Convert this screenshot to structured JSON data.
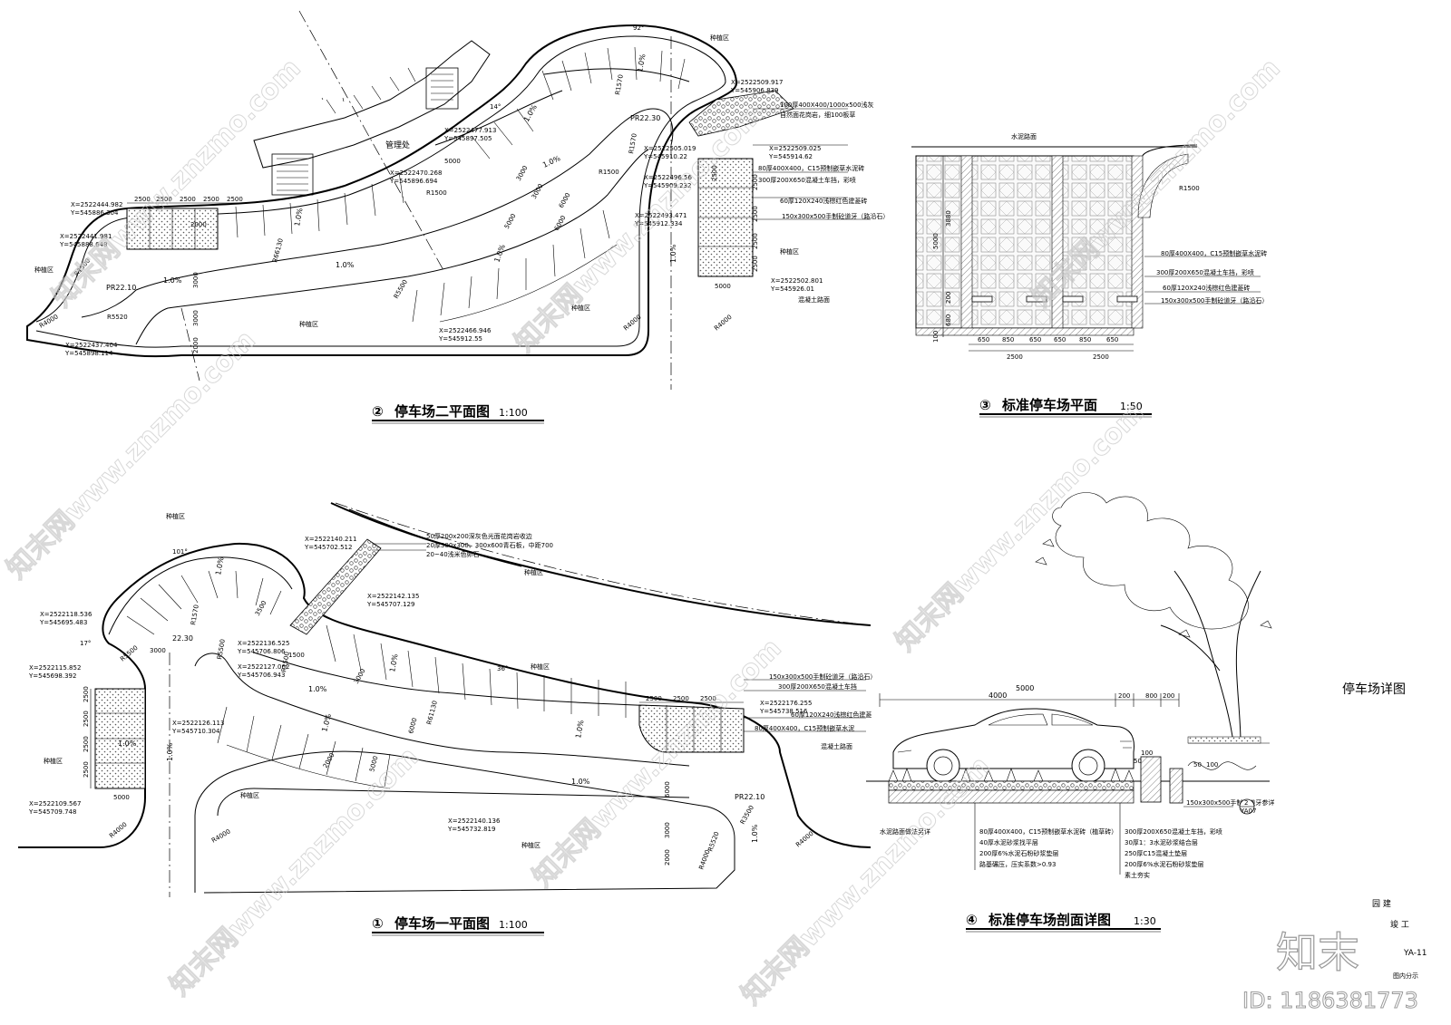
{
  "titles": {
    "plan2": {
      "num": "②",
      "name": "停车场二平面图",
      "scale": "1:100"
    },
    "plan3": {
      "num": "③",
      "name": "标准停车场平面",
      "scale": "1:50"
    },
    "plan1": {
      "num": "①",
      "name": "停车场一平面图",
      "scale": "1:100"
    },
    "plan4": {
      "num": "④",
      "name": "标准停车场剖面详图",
      "scale": "1:30"
    }
  },
  "sheet": {
    "name": "停车场详图",
    "project": "园 建",
    "stage": "竣 工",
    "number": "YA-11",
    "number_label": "图内分示"
  },
  "watermark": {
    "logo": "知末",
    "id": "ID: 1186381773",
    "site": "知末网www.znzmo.com"
  },
  "plan2": {
    "labels": [
      "管理处",
      "种植区",
      "种植区",
      "种植区",
      "种植区",
      "种植区",
      "混凝土路面"
    ],
    "angles": [
      "92°",
      "14°"
    ],
    "radii": [
      "R1570",
      "PR22.30",
      "R1570",
      "R1500",
      "R1500",
      "R66130",
      "R5500",
      "R5520",
      "R4000",
      "R4000",
      "R4000",
      "R1500",
      "PR22.10"
    ],
    "slopes": [
      "1.0%",
      "1.0%",
      "1.0%",
      "1.0%",
      "1.0%",
      "1.0%",
      "1.0%",
      "1.0%"
    ],
    "dims": [
      "2500",
      "2500",
      "2500",
      "2500",
      "2500",
      "2500",
      "2500",
      "2500",
      "2500",
      "2500",
      "5000",
      "5000",
      "3000",
      "6000",
      "3000",
      "2000",
      "3000",
      "2000",
      "3000",
      "6000",
      "5000"
    ],
    "coords": [
      {
        "x": "X=2522509.917",
        "y": "Y=545906.839"
      },
      {
        "x": "X=2522477.913",
        "y": "Y=545897.505"
      },
      {
        "x": "X=2522505.019",
        "y": "Y=545910.22"
      },
      {
        "x": "X=2522509.025",
        "y": "Y=545914.62"
      },
      {
        "x": "X=2522470.268",
        "y": "Y=545896.694"
      },
      {
        "x": "X=2522496.56",
        "y": "Y=545909.232"
      },
      {
        "x": "X=2522444.982",
        "y": "Y=545886.304"
      },
      {
        "x": "X=2522493.471",
        "y": "Y=545912.334"
      },
      {
        "x": "X=2522441.981",
        "y": "Y=545888.648"
      },
      {
        "x": "X=2522502.801",
        "y": "Y=545926.01"
      },
      {
        "x": "X=2522466.946",
        "y": "Y=545912.55"
      },
      {
        "x": "X=2522437.404",
        "y": "Y=545898.114"
      }
    ],
    "notes": [
      "100厚400X400/1000x500浅灰",
      "自然面花岗岩，细100板草",
      "80厚400X400，C15预制嵌草水泥砖",
      "300厚200X650混凝土车挡，彩喷",
      "60厚120X240浅棕红色建菱砖",
      "150x300x500手制砼道牙（路沿石）"
    ]
  },
  "plan3": {
    "top_label": "水泥路面",
    "radius": "R1500",
    "vdims": [
      "5000",
      "3880",
      "200",
      "680",
      "100"
    ],
    "hdims": [
      "650",
      "850",
      "650",
      "650",
      "850",
      "650",
      "2500",
      "2500"
    ],
    "notes": [
      "80厚400X400，C15预制嵌草水泥砖",
      "300厚200X650混凝土车挡，彩喷",
      "60厚120X240浅棕红色建菱砖",
      "150x300x500手制砼道牙（路沿石）"
    ]
  },
  "plan1": {
    "labels": [
      "种植区",
      "种植区",
      "种植区",
      "种植区",
      "种植区",
      "种植区",
      "混凝土路面"
    ],
    "angles": [
      "101°",
      "17°",
      "36°"
    ],
    "radii": [
      "R1570",
      "22.30",
      "R5500",
      "R5520",
      "R61130",
      "R4000",
      "R4000",
      "R4000",
      "R4000",
      "R5500",
      "R1500",
      "PR22.10",
      "R3500"
    ],
    "slopes": [
      "1.0%",
      "1.0%",
      "1.0%",
      "1.0%",
      "1.0%",
      "1.0%",
      "1.0%",
      "1.0%",
      "1.0%"
    ],
    "dims": [
      "2500",
      "2500",
      "2500",
      "2500",
      "2500",
      "2500",
      "2500",
      "5000",
      "6000",
      "5000",
      "6000",
      "2000",
      "3000",
      "3000",
      "2000",
      "3500",
      "1500",
      "3000"
    ],
    "coords": [
      {
        "x": "X=2522140.211",
        "y": "Y=545702.512"
      },
      {
        "x": "X=2522142.135",
        "y": "Y=545707.129"
      },
      {
        "x": "X=2522118.536",
        "y": "Y=545695.483"
      },
      {
        "x": "X=2522136.525",
        "y": "Y=545706.806"
      },
      {
        "x": "X=2522127.062",
        "y": "Y=545706.943"
      },
      {
        "x": "X=2522115.852",
        "y": "Y=545698.392"
      },
      {
        "x": "X=2522126.113",
        "y": "Y=545710.304"
      },
      {
        "x": "X=2522176.255",
        "y": "Y=545738.516"
      },
      {
        "x": "X=2522109.567",
        "y": "Y=545709.748"
      },
      {
        "x": "X=2522140.136",
        "y": "Y=545732.819"
      }
    ],
    "notes_top": [
      "50厚200x200深灰色光面花岗岩收边",
      "20厚300x300、300x600青石板，中距700",
      "20~40浅米色卵石"
    ],
    "notes_side": [
      "150x300x500手制砼道牙（路沿石）",
      "300厚200X650混凝土车挡",
      "60厚120X240浅棕红色建菱",
      "80厚400X400，C15预制嵌草水泥"
    ]
  },
  "plan4": {
    "dims": [
      "5000",
      "4000",
      "200",
      "800",
      "200",
      "50",
      "100",
      "50",
      "100"
    ],
    "left_label": "水泥路面做法另详",
    "curb_note": "150x300x500手制砼道牙参详",
    "detail_ref": {
      "num": "2",
      "sheet": "YA07"
    },
    "layers_left": [
      "80厚400X400，C15预制嵌草水泥砖（植草砖）",
      "40厚水泥砂浆找平层",
      "200厚6%水泥石粉砂浆垫层",
      "路基碾压，压实系数>0.93"
    ],
    "layers_right": [
      "300厚200X650混凝土车挡，彩喷",
      "30厚1：3水泥砂浆结合层",
      "250厚C15混凝土垫层",
      "200厚6%水泥石粉砂浆垫层",
      "素土夯实"
    ]
  }
}
